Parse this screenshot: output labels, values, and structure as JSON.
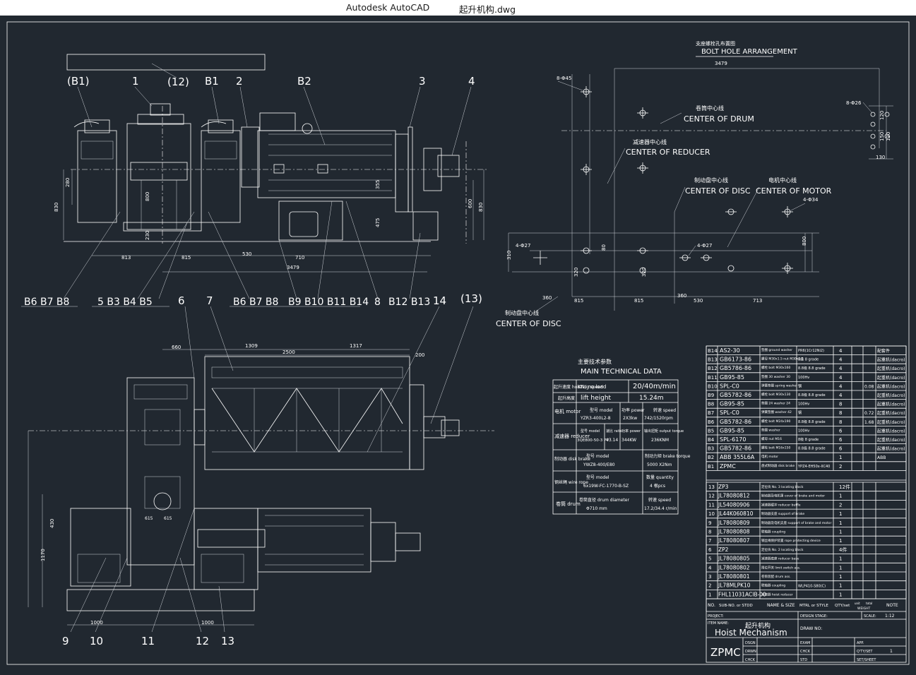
{
  "window": {
    "app_name": "Autodesk AutoCAD",
    "file_name": "起升机构.dwg"
  },
  "colors": {
    "background": "#212830",
    "line": "#ffffff",
    "titlebar": "#ffffff"
  },
  "front_view": {
    "callouts": [
      "(B1)",
      "1",
      "(12)",
      "B1",
      "2",
      "B2",
      "3",
      "4"
    ],
    "bottom_callouts": [
      "B6 B7 B8",
      "5 B3 B4 B5",
      "B6 B7 B8",
      "B9 B10 B11 B14",
      "8",
      "B12 B13"
    ],
    "dims": {
      "d830": "830",
      "d280": "280",
      "d800": "800",
      "d230": "230",
      "d813": "813",
      "d815": "815",
      "d530": "530",
      "d710": "710",
      "d3479": "3479",
      "d355": "355",
      "d475": "475",
      "d600": "600",
      "d830b": "830"
    }
  },
  "plan_view": {
    "callouts": [
      "6",
      "7",
      "14",
      "(13)",
      "9",
      "10",
      "11",
      "12",
      "13"
    ],
    "dims": {
      "d660": "660",
      "d1309": "1309",
      "d2500": "2500",
      "d1317": "1317",
      "d200": "200",
      "d430": "430",
      "d1170": "1170",
      "d1000a": "1000",
      "d1000b": "1000",
      "d615a": "615",
      "d615b": "615"
    }
  },
  "bolt_hole": {
    "title_cn": "支座螺栓孔布置图",
    "title_en": "BOLT HOLE ARRANGEMENT",
    "dim_top": "3479",
    "holes_a": "8-Φ45",
    "holes_b": "8-Φ26",
    "holes_c": "4-Φ34",
    "holes_d": "4-Φ27",
    "holes_e": "4-Φ27",
    "drum_cn": "卷筒中心线",
    "drum_en": "CENTER OF DRUM",
    "reducer_cn": "减速器中心线",
    "reducer_en": "CENTER OF REDUCER",
    "disc_cn": "制动盘中心线",
    "disc_en": "CENTER OF DISC",
    "motor_cn": "电机中心线",
    "motor_en": "CENTER OF MOTOR",
    "disc2_cn": "制动盘中心线",
    "disc2_en": "CENTER OF DISC",
    "dims": {
      "d150": "150",
      "d120": "120",
      "d130": "130",
      "d80": "80",
      "d800": "800",
      "d310": "310",
      "d320a": "320",
      "d320b": "320",
      "d360a": "360",
      "d360b": "360",
      "d815a": "815",
      "d815b": "815",
      "d530": "530",
      "d713": "713"
    }
  },
  "tech_data": {
    "title_cn": "主要技术参数",
    "title_en": "MAIN TECHNICAL DATA",
    "rows": [
      {
        "label": "起升速度 hoisting speed",
        "col1": "KN/ no load",
        "value": "20/40m/min"
      },
      {
        "label": "起升高度",
        "col1": "lift height",
        "value": "15.24m"
      }
    ],
    "motor": {
      "label": "电机 motor",
      "h1": "型号 model",
      "h2": "功率 power",
      "h3": "转速 speed",
      "v1": "YZR3-400L2-8",
      "v2": "2X3kw",
      "v3": "742/1520rpm"
    },
    "reducer": {
      "label": "减速器 reducer",
      "h1": "型号 model",
      "h2": "速比 ratio",
      "h3": "功率 power",
      "h4": "输出扭矩 output torque",
      "v1": "3QE800-50-3 PV",
      "v2": "43.14",
      "v3": "344KW",
      "v4": "236KNM"
    },
    "brake": {
      "label": "制动器 disk brake",
      "h1": "型号 model",
      "h2": "制动力矩 brake torque",
      "v1": "YWZ8-400/E80",
      "v2": "5000 X2Nm"
    },
    "rope": {
      "label": "钢丝绳 wire rope",
      "h1": "型号 model",
      "h2": "数量 quantity",
      "v1": "6x19W-FC-1770-B-SZ",
      "v2": "4 根pcs"
    },
    "drum": {
      "label": "卷筒 drum",
      "h1": "卷筒直径 drum diameter",
      "h2": "转速 speed",
      "v1": "Φ710 mm",
      "v2": "17.2/34.4 r/min"
    }
  },
  "bom_purchased": [
    {
      "no": "B14",
      "code": "AS2-30",
      "name": "垫圈 ground washer",
      "mat": "PR6(1Cr12Ni2)",
      "qty": "4",
      "w": "",
      "note": "配套件"
    },
    {
      "no": "B13",
      "code": "GB6173-86",
      "name": "螺母 M30x1.5 nut M30x1.5",
      "mat": "8级 8 grade",
      "qty": "4",
      "w": "",
      "note": "起重机(dacro)"
    },
    {
      "no": "B12",
      "code": "GB5786-86",
      "name": "螺栓 bolt M30x160",
      "mat": "8.8级 8.8 grade",
      "qty": "4",
      "w": "",
      "note": "起重机(dacro)"
    },
    {
      "no": "B11",
      "code": "GB95-85",
      "name": "垫圈 30 washer 30",
      "mat": "100Hv",
      "qty": "4",
      "w": "",
      "note": "起重机(dacro)"
    },
    {
      "no": "B10",
      "code": "SPL-C0",
      "name": "弹簧垫圈 spring washer",
      "mat": "钢",
      "qty": "4",
      "w": "0.08",
      "note": "起重机(dacro)"
    },
    {
      "no": "B9",
      "code": "GB5782-86",
      "name": "螺栓 bolt M30x130",
      "mat": "8.8级 8.8 grade",
      "qty": "4",
      "w": "",
      "note": "起重机(dacro)"
    },
    {
      "no": "B8",
      "code": "GB95-85",
      "name": "垫圈 24 washer 24",
      "mat": "100Hv",
      "qty": "8",
      "w": "",
      "note": "起重机(dacro)"
    },
    {
      "no": "B7",
      "code": "SPL-C0",
      "name": "弹簧垫圈 washer 42",
      "mat": "钢",
      "qty": "8",
      "w": "0.72",
      "note": "起重机(dacro)"
    },
    {
      "no": "B6",
      "code": "GB5782-86",
      "name": "螺栓 bolt M24x190",
      "mat": "8.8级 8.8 grade",
      "qty": "8",
      "w": "1.68",
      "note": "起重机(dacro)"
    },
    {
      "no": "B5",
      "code": "GB95-85",
      "name": "垫圈 washer",
      "mat": "100Hv",
      "qty": "6",
      "w": "",
      "note": "起重机(dacro)"
    },
    {
      "no": "B4",
      "code": "SPL-6170",
      "name": "螺母 nut M16",
      "mat": "8级 8 grade",
      "qty": "6",
      "w": "",
      "note": "起重机(dacro)"
    },
    {
      "no": "B3",
      "code": "GB5782-86",
      "name": "螺栓 bolt M16x150",
      "mat": "8.8级 8.8 grade",
      "qty": "6",
      "w": "",
      "note": "起重机(dacro)"
    },
    {
      "no": "B2",
      "code": "ABB 355L6A",
      "name": "电机 motor",
      "mat": "",
      "qty": "1",
      "w": "",
      "note": "ABB"
    },
    {
      "no": "B1",
      "code": "ZPMC",
      "name": "盘式制动器 disk brake",
      "mat": "YPZ4-EH50x-IIC40",
      "qty": "2",
      "w": "",
      "note": ""
    }
  ],
  "bom_parts": [
    {
      "no": "13",
      "code": "ZP3",
      "name": "定位块 No. 3 locating block",
      "qty": "12件"
    },
    {
      "no": "12",
      "code": "JL78080812",
      "name": "制动器及电机罩 cover of brake and motor",
      "qty": "1"
    },
    {
      "no": "11",
      "code": "JL54080906",
      "name": "减速器缓冲 reducer buffle",
      "qty": "2"
    },
    {
      "no": "10",
      "code": "JL44K060810",
      "name": "制动器支座 support of brake",
      "qty": "1"
    },
    {
      "no": "9",
      "code": "JL78080809",
      "name": "制动器及电机支座 support of brake and motor",
      "qty": "1"
    },
    {
      "no": "8",
      "code": "JL78080808",
      "name": "联轴器 coupling",
      "qty": "1"
    },
    {
      "no": "7",
      "code": "JL78080807",
      "name": "钢丝绳保护装置 rope protecting device",
      "qty": "1"
    },
    {
      "no": "6",
      "code": "ZP2",
      "name": "定位块 No. 2 locating block",
      "qty": "4件"
    },
    {
      "no": "5",
      "code": "JL78080805",
      "name": "减速器底座 reducer base",
      "qty": "1"
    },
    {
      "no": "4",
      "code": "JL78080802",
      "name": "限位开关 limit switch ass.",
      "qty": "1"
    },
    {
      "no": "3",
      "code": "JL78080801",
      "name": "卷筒装配 drum ass.",
      "qty": "1"
    },
    {
      "no": "2",
      "code": "JL78MLPK10",
      "name": "联轴器 coupling",
      "mat": "WLP410-S80(C)",
      "qty": "1"
    },
    {
      "no": "1",
      "code": "FHL11031ACIB-00",
      "name": "减速器 hoist reducer",
      "qty": "1"
    }
  ],
  "bom_header": {
    "no": "NO.",
    "code": "SUB-NO. or STDD",
    "name": "NAME & SIZE",
    "mat": "MTRL or STYLE",
    "qty": "QTY/set",
    "w1": "unit",
    "w2": "total",
    "weight": "WEIGHT",
    "note": "NOTE"
  },
  "title_block": {
    "project": "PROJECT:",
    "design_stage": "DESIGN STAGE:",
    "scale_label": "SCALE:",
    "scale": "1:12",
    "item_name": "ITEM NAME:",
    "name_cn": "起升机构",
    "name_en": "Hoist Mechanism",
    "draw_no": "DRAW NO:",
    "company": "ZPMC",
    "r1": "DSGN",
    "r2": "DRWN",
    "r3": "CHCK",
    "c1": "EXAM",
    "c2": "CHCK",
    "c3": "STD",
    "app": "APP.",
    "sheet": "Q'TY/SET",
    "sheet_val": "1",
    "pos": "SET/SHEET"
  }
}
